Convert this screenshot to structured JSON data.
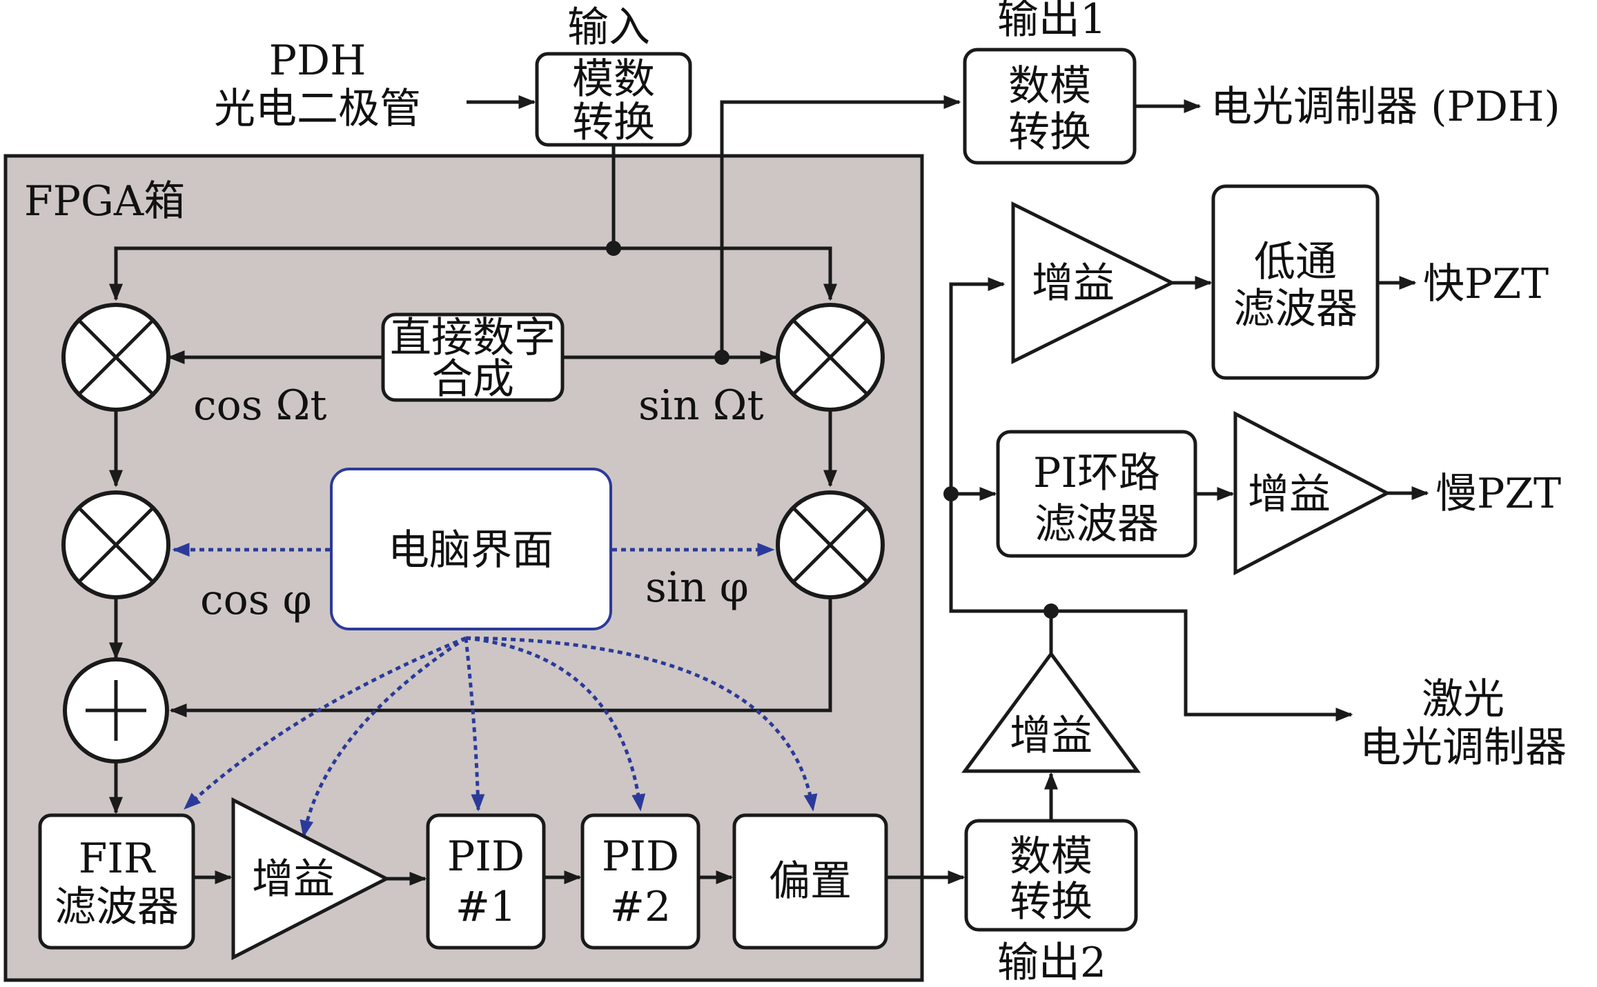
{
  "colors": {
    "fpga_fill": "#cdc6c4",
    "line": "#1a1a1a",
    "pc_border": "#2b3a9a",
    "dashed_arrow": "#2b3a9a"
  },
  "fpga": {
    "title": "FPGA箱"
  },
  "inputs": {
    "pdh_line1": "PDH",
    "pdh_line2": "光电二极管",
    "input_label": "输入",
    "adc_line1": "模数",
    "adc_line2": "转换"
  },
  "outputs": {
    "out1_label": "输出1",
    "dac1_line1": "数模",
    "dac1_line2": "转换",
    "eom_pdh": "电光调制器 (PDH)",
    "out2_label": "输出2",
    "dac2_line1": "数模",
    "dac2_line2": "转换"
  },
  "dds": {
    "line1": "直接数字",
    "line2": "合成",
    "cos_label": "cos Ωt",
    "sin_label": "sin Ωt"
  },
  "pc": {
    "label": "电脑界面",
    "cos_phi": "cos φ",
    "sin_phi": "sin φ"
  },
  "chain": {
    "fir_line1": "FIR",
    "fir_line2": "滤波器",
    "gain": "增益",
    "pid1_line1": "PID",
    "pid1_line2": "#1",
    "pid2_line1": "PID",
    "pid2_line2": "#2",
    "bias": "偏置"
  },
  "right": {
    "gain_fast": "增益",
    "lpf_line1": "低通",
    "lpf_line2": "滤波器",
    "fast_pzt": "快PZT",
    "pi_line1": "PI环路",
    "pi_line2": "滤波器",
    "gain_slow": "增益",
    "slow_pzt": "慢PZT",
    "gain_out2": "增益",
    "laser_line1": "激光",
    "laser_line2": "电光调制器"
  },
  "icons": {
    "mixer": "multiplier-circle-icon",
    "summer": "adder-circle-icon",
    "amplifier": "triangle-amplifier-icon"
  }
}
